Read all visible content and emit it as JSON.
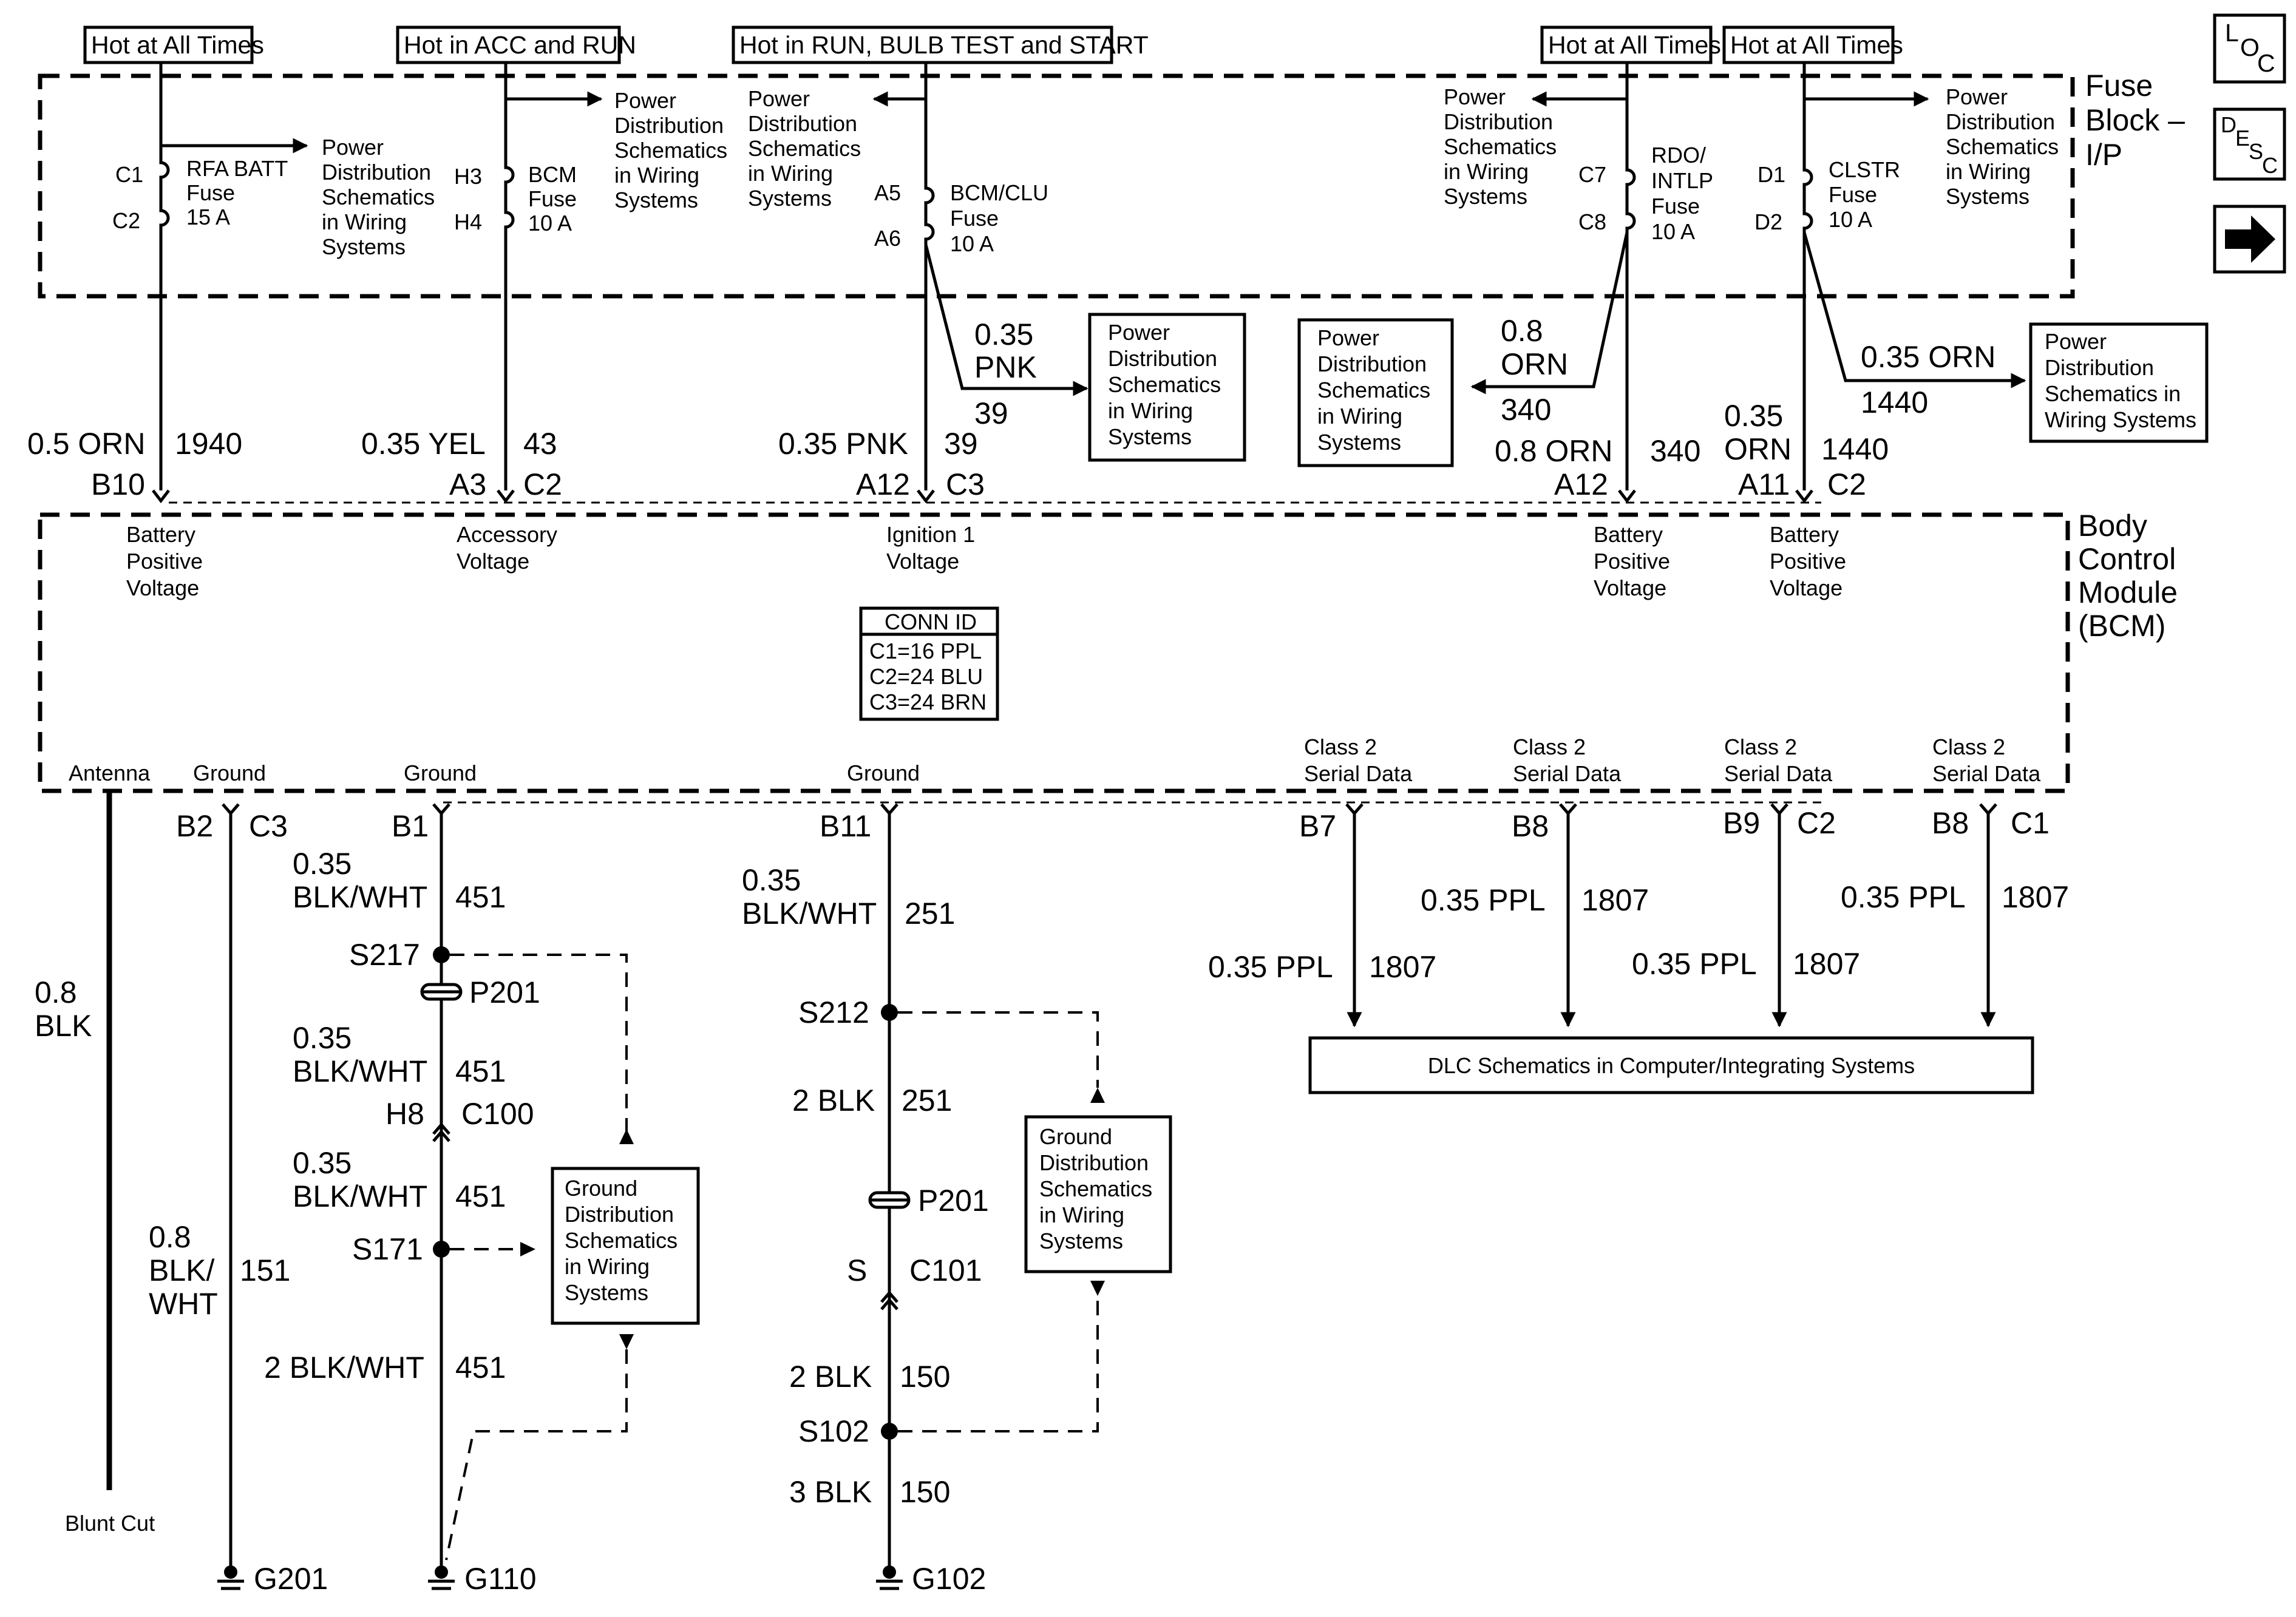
{
  "power_labels": {
    "rfa": "Hot at All Times",
    "bcm": "Hot in ACC and RUN",
    "bcmclu": "Hot in RUN, BULB TEST and START",
    "rdo": "Hot at All Times",
    "clstr": "Hot at All Times"
  },
  "fuse_block": {
    "title": [
      "Fuse",
      "Block –",
      "I/P"
    ]
  },
  "fuses": {
    "rfa": {
      "top": "C1",
      "bottom": "C2",
      "name": [
        "RFA BATT",
        "Fuse",
        "15 A"
      ]
    },
    "bcm": {
      "top": "H3",
      "bottom": "H4",
      "name": [
        "BCM",
        "Fuse",
        "10 A"
      ]
    },
    "bcmclu": {
      "top": "A5",
      "bottom": "A6",
      "name": [
        "BCM/CLU",
        "Fuse",
        "10 A"
      ]
    },
    "rdo": {
      "top": "C7",
      "bottom": "C8",
      "name": [
        "RDO/",
        "INTLP",
        "Fuse",
        "10 A"
      ]
    },
    "clstr": {
      "top": "D1",
      "bottom": "D2",
      "name": [
        "CLSTR",
        "Fuse",
        "10 A"
      ]
    }
  },
  "ref_power": [
    "Power",
    "Distribution",
    "Schematics",
    "in Wiring",
    "Systems"
  ],
  "ref_power_alt": [
    "Power",
    "Distribution",
    "Schematics in",
    "Wiring Systems"
  ],
  "ref_ground": [
    "Ground",
    "Distribution",
    "Schematics",
    "in Wiring",
    "Systems"
  ],
  "bcm_inputs": [
    {
      "wire": "0.5 ORN",
      "circuit": "1940",
      "pin": "B10",
      "label": [
        "Battery",
        "Positive",
        "Voltage"
      ]
    },
    {
      "wire": "0.35 YEL",
      "circuit": "43",
      "pin": "A3",
      "conn": "C2",
      "label": [
        "Accessory",
        "Voltage"
      ]
    },
    {
      "wire": "0.35 PNK",
      "circuit": "39",
      "pin": "A12",
      "conn": "C3",
      "label": [
        "Ignition 1",
        "Voltage"
      ]
    },
    {
      "wire": [
        "0.8 ORN"
      ],
      "circuit": "340",
      "pin": "A12",
      "label": [
        "Battery",
        "Positive",
        "Voltage"
      ]
    },
    {
      "wire": [
        "0.35",
        "ORN"
      ],
      "circuit": "1440",
      "pin": "A11",
      "conn": "C2",
      "label": [
        "Battery",
        "Positive",
        "Voltage"
      ]
    }
  ],
  "branches": {
    "pnk": {
      "wire": [
        "0.35",
        "PNK"
      ],
      "circuit": "39"
    },
    "orn340": {
      "wire": [
        "0.8",
        "ORN"
      ],
      "circuit": "340"
    },
    "orn1440": {
      "wire": "0.35 ORN",
      "circuit": "1440"
    }
  },
  "bcm": {
    "title": [
      "Body",
      "Control",
      "Module",
      "(BCM)"
    ],
    "conn_id": {
      "header": "CONN ID",
      "rows": [
        "C1=16 PPL",
        "C2=24 BLU",
        "C3=24 BRN"
      ]
    }
  },
  "bcm_outputs": {
    "antenna": {
      "label": "Antenna",
      "wire": [
        "0.8",
        "BLK"
      ],
      "end": "Blunt Cut"
    },
    "ground1": {
      "label": "Ground",
      "pin": "B2",
      "conn": "C3",
      "wire": [
        "0.8",
        "BLK/",
        "WHT"
      ],
      "circuit": "151",
      "ground": "G201"
    },
    "ground2": {
      "label": "Ground",
      "pin": "B1",
      "seg1": {
        "wire": [
          "0.35",
          "BLK/WHT"
        ],
        "circuit": "451"
      },
      "splice1": "S217",
      "pass1": "P201",
      "seg2": {
        "wire": [
          "0.35",
          "BLK/WHT"
        ],
        "circuit": "451"
      },
      "conn": {
        "pin": "H8",
        "name": "C100"
      },
      "seg3": {
        "wire": [
          "0.35",
          "BLK/WHT"
        ],
        "circuit": "451"
      },
      "splice2": "S171",
      "seg4": {
        "wire": "2 BLK/WHT",
        "circuit": "451"
      },
      "ground": "G110"
    },
    "ground3": {
      "label": "Ground",
      "pin": "B11",
      "seg1": {
        "wire": [
          "0.35",
          "BLK/WHT"
        ],
        "circuit": "251"
      },
      "splice1": "S212",
      "seg2": {
        "wire": "2 BLK",
        "circuit": "251"
      },
      "pass1": "P201",
      "conn": {
        "pin": "S",
        "name": "C101"
      },
      "seg3": {
        "wire": "2 BLK",
        "circuit": "150"
      },
      "splice2": "S102",
      "seg4": {
        "wire": "3 BLK",
        "circuit": "150"
      },
      "ground": "G102"
    },
    "class2": [
      {
        "label": [
          "Class 2",
          "Serial Data"
        ],
        "pin": "B7",
        "wire": "0.35 PPL",
        "circuit": "1807"
      },
      {
        "label": [
          "Class 2",
          "Serial Data"
        ],
        "pin": "B8",
        "wire": "0.35 PPL",
        "circuit": "1807"
      },
      {
        "label": [
          "Class 2",
          "Serial Data"
        ],
        "pin": "B9",
        "conn": "C2",
        "wire": "0.35 PPL",
        "circuit": "1807"
      },
      {
        "label": [
          "Class 2",
          "Serial Data"
        ],
        "pin": "B8",
        "conn": "C1",
        "wire": "0.35 PPL",
        "circuit": "1807"
      }
    ],
    "dlc": "DLC Schematics in Computer/Integrating Systems"
  },
  "nav": {
    "loc": [
      "L",
      "O",
      "C"
    ],
    "desc": [
      "D",
      "E",
      "S",
      "C"
    ]
  }
}
